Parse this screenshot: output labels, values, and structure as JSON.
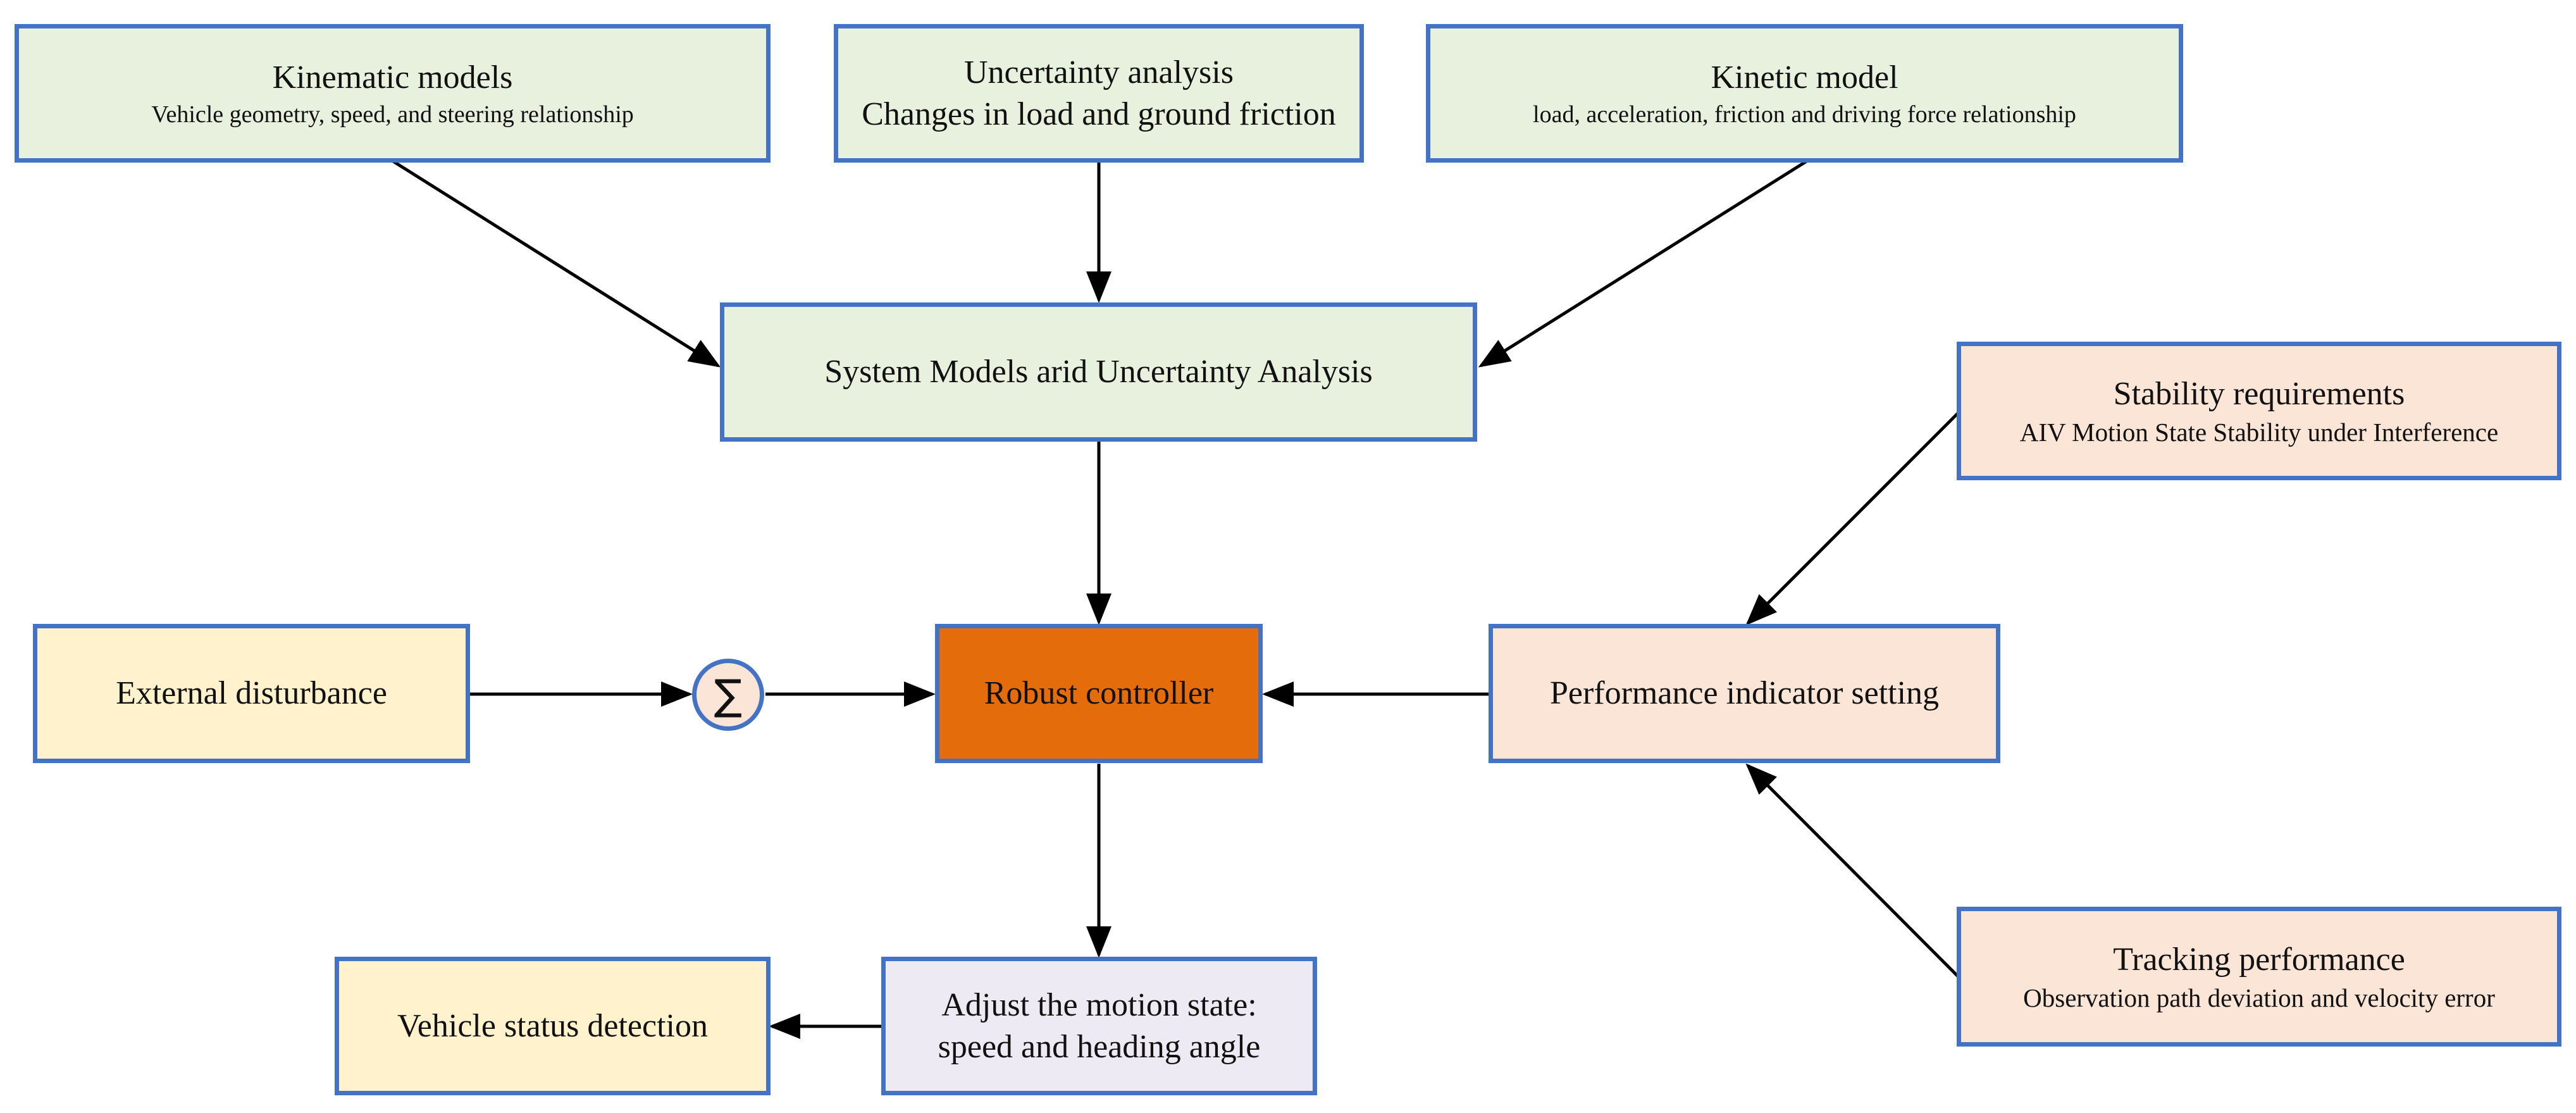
{
  "colors": {
    "border": "#4472C4",
    "green_fill": "#E8F0DE",
    "yellow_fill": "#FFF2CC",
    "peach_fill": "#FBE5D6",
    "lavender_fill": "#EEEAF3",
    "controller_fill": "#E46C0A",
    "arrow": "#000000"
  },
  "nodes": {
    "kinematic": {
      "title": "Kinematic models",
      "subtitle": "Vehicle geometry, speed, and steering relationship"
    },
    "uncertainty": {
      "title": "Uncertainty analysis",
      "subtitle": "Changes in load and ground friction"
    },
    "kinetic": {
      "title": "Kinetic model",
      "subtitle": "load, acceleration, friction and driving force relationship"
    },
    "system": {
      "title": "System Models arid Uncertainty Analysis"
    },
    "stability": {
      "title": "Stability requirements",
      "subtitle": "AIV Motion State Stability under Interference"
    },
    "disturbance": {
      "title": "External disturbance"
    },
    "sum": {
      "symbol": "∑",
      "icon": "summation-icon"
    },
    "controller": {
      "title": "Robust controller"
    },
    "performance": {
      "title": "Performance indicator setting"
    },
    "adjust": {
      "line1": "Adjust the motion state:",
      "line2": "speed and heading angle"
    },
    "vehicle_status": {
      "title": "Vehicle status detection"
    },
    "tracking": {
      "title": "Tracking performance",
      "subtitle": "Observation path deviation and velocity error"
    }
  }
}
